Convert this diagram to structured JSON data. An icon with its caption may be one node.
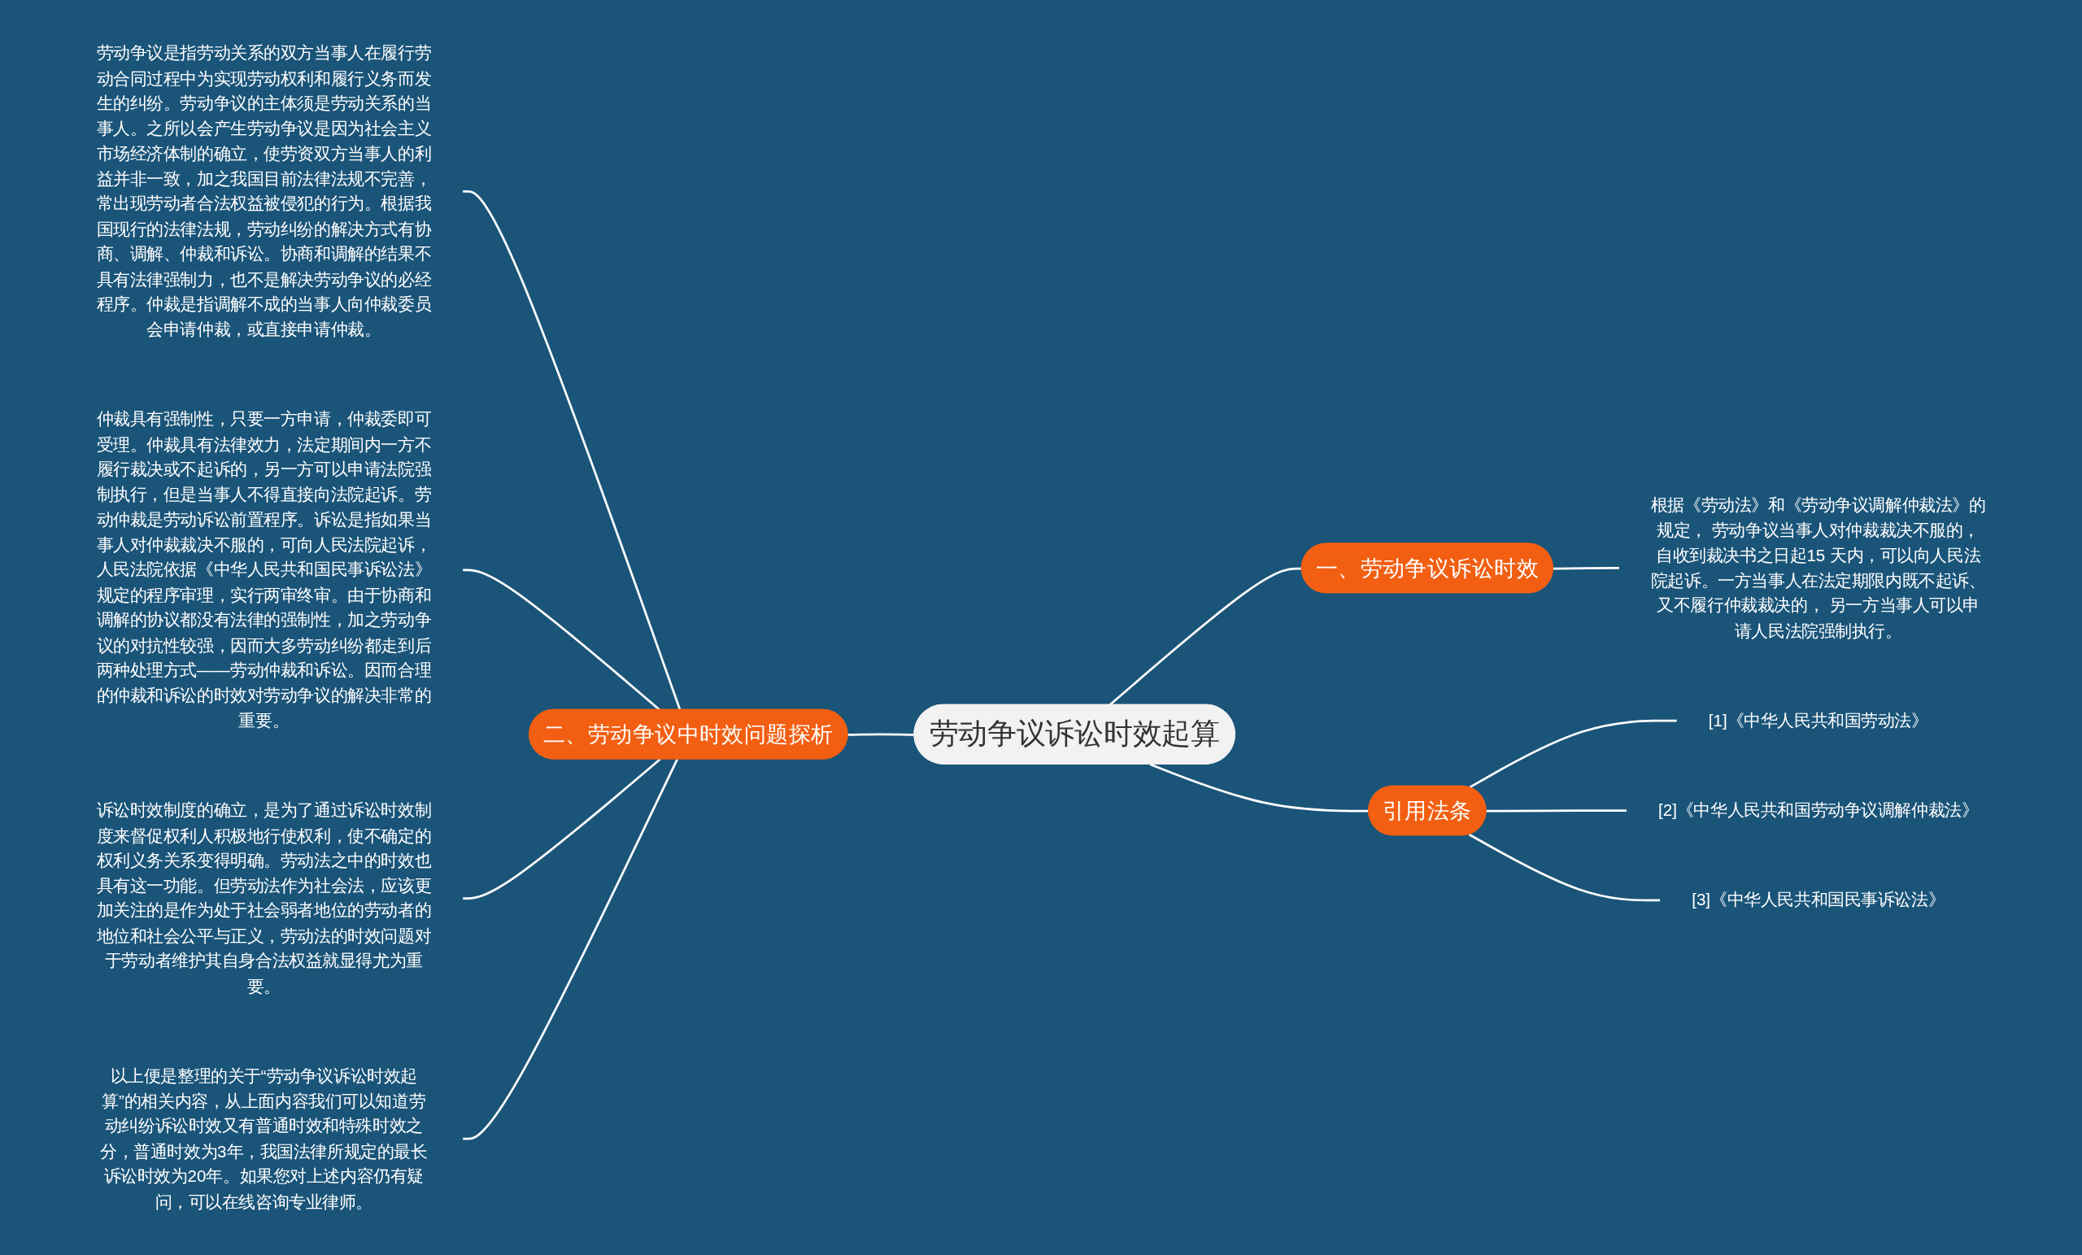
{
  "diagram": {
    "nodes": [
      {
        "text": [
          "劳动争议诉讼时效起算"
        ]
      },
      {
        "text": [
          "一、劳动争议诉讼时效"
        ]
      },
      {
        "text": [
          "根据《劳动法》和《劳动争议调解仲裁法》的规定， 劳动争议当事人对仲裁裁决不服的，自收到裁决书之日起15 天内，可以向人民法院起诉。一方当事人在法定期限内既不起诉、又不履行仲裁裁决的， 另一方当事人可以申请人民法院强制执行。"
        ]
      },
      {
        "text": [
          "引用法条"
        ]
      },
      {
        "text": [
          "[1]《中华人民共和国劳动法》"
        ]
      },
      {
        "text": [
          "[2]《中华人民共和国劳动争议调解仲裁法》"
        ]
      },
      {
        "text": [
          "[3]《中华人民共和国民事诉讼法》"
        ]
      },
      {
        "text": [
          "二、劳动争议中时效问题探析"
        ]
      },
      {
        "text": [
          "劳动争议是指劳动关系的双方当事人在履行劳动合同过程中为实现劳动权利和履行义务而发生的纠纷。劳动争议的主体须是劳动关系的当事人。之所以会产生劳动争议是因为社会主义市场经济体制的确立，使劳资双方当事人的利益并非一致，加之我国目前法律法规不完善，常出现劳动者合法权益被侵犯的行为。根据我国现行的法律法规，劳动纠纷的解决方式有协商、调解、仲裁和诉讼。协商和调解的结果不具有法律强制力，也不是解决劳动争议的必经程序。仲裁是指调解不成的当事人向仲裁委员会申请仲裁，或直接申请仲裁。"
        ]
      },
      {
        "text": [
          "仲裁具有强制性，只要一方申请，仲裁委即可受理。仲裁具有法律效力，法定期间内一方不履行裁决或不起诉的，另一方可以申请法院强制执行，但是当事人不得直接向法院起诉。劳动仲裁是劳动诉讼前置程序。诉讼是指如果当事人对仲裁裁决不服的，可向人民法院起诉，人民法院依据《中华人民共和国民事诉讼法》规定的程序审理，实行两审终审。由于协商和调解的协议都没有法律的强制性，加之劳动争议的对抗性较强，因而大多劳动纠纷都走到后两种处理方式——劳动仲裁和诉讼。因而合理的仲裁和诉讼的时效对劳动争议的解决非常的重要。"
        ]
      },
      {
        "text": [
          "诉讼时效制度的确立，是为了通过诉讼时效制度来督促权利人积极地行使权利，使不确定的权利义务关系变得明确。劳动法之中的时效也具有这一功能。但劳动法作为社会法，应该更加关注的是作为处于社会弱者地位的劳动者的地位和社会公平与正义，劳动法的时效问题对于劳动者维护其自身合法权益就显得尤为重要。"
        ]
      },
      {
        "text": [
          "以上便是整理的关于“劳动争议诉讼时效起算”的相关内容，从上面内容我们可以知道劳动纠纷诉讼时效又有普通时效和特殊时效之分，普通时效为3年，我国法律所规定的最长诉讼时效为20年。如果您对上述内容仍有疑问，可以在线咨询专业律师。"
        ]
      }
    ],
    "edges": [
      {
        "from": 0,
        "to": 1,
        "arrow": "none"
      },
      {
        "from": 1,
        "to": 2,
        "arrow": "none"
      },
      {
        "from": 0,
        "to": 3,
        "arrow": "none"
      },
      {
        "from": 3,
        "to": 4,
        "arrow": "none"
      },
      {
        "from": 3,
        "to": 5,
        "arrow": "none"
      },
      {
        "from": 3,
        "to": 6,
        "arrow": "none"
      },
      {
        "from": 0,
        "to": 7,
        "arrow": "none"
      },
      {
        "from": 7,
        "to": 8,
        "arrow": "none"
      },
      {
        "from": 7,
        "to": 9,
        "arrow": "none"
      },
      {
        "from": 7,
        "to": 10,
        "arrow": "none"
      },
      {
        "from": 7,
        "to": 11,
        "arrow": "none"
      }
    ]
  }
}
